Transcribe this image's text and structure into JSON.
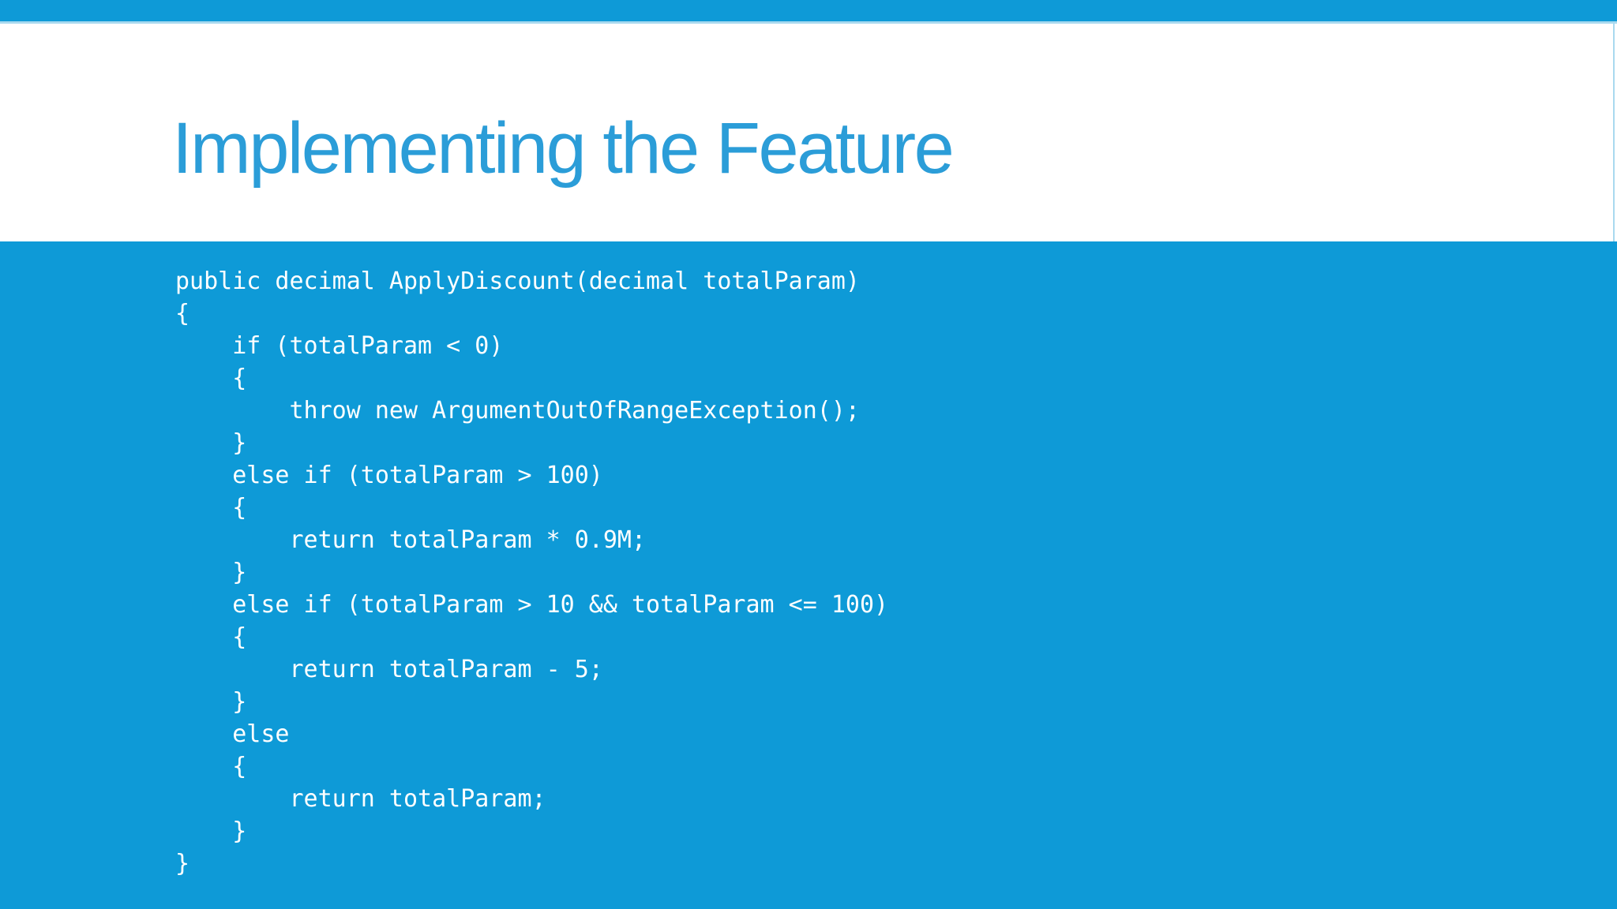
{
  "slide": {
    "title": "Implementing the Feature"
  },
  "code": {
    "language": "csharp",
    "lines": [
      "public decimal ApplyDiscount(decimal totalParam)",
      "{",
      "    if (totalParam < 0)",
      "    {",
      "        throw new ArgumentOutOfRangeException();",
      "    }",
      "    else if (totalParam > 100)",
      "    {",
      "        return totalParam * 0.9M;",
      "    }",
      "    else if (totalParam > 10 && totalParam <= 100)",
      "    {",
      "        return totalParam - 5;",
      "    }",
      "    else",
      "    {",
      "        return totalParam;",
      "    }",
      "}"
    ]
  },
  "colors": {
    "accent_blue": "#0E9AD7",
    "title_blue": "#2B9DD8",
    "divider_light_blue": "#A9D9EF",
    "code_text": "#FFFFFF",
    "band_white": "#FFFFFF"
  }
}
